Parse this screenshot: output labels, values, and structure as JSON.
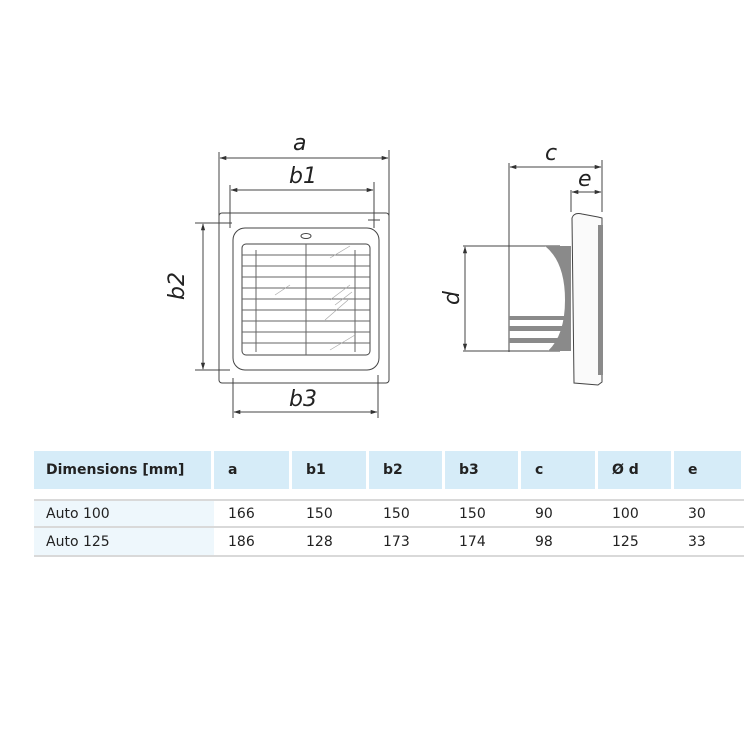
{
  "drawing": {
    "front_view_labels": {
      "a": "a",
      "b1": "b1",
      "b2": "b2",
      "b3": "b3"
    },
    "side_view_labels": {
      "c": "c",
      "e": "e",
      "d": "d"
    }
  },
  "table": {
    "headers": [
      "Dimensions [mm]",
      "a",
      "b1",
      "b2",
      "b3",
      "c",
      "Ø d",
      "e"
    ],
    "rows": [
      {
        "model": "Auto 100",
        "a": "166",
        "b1": "150",
        "b2": "150",
        "b3": "150",
        "c": "90",
        "d": "100",
        "e": "30"
      },
      {
        "model": "Auto 125",
        "a": "186",
        "b1": "128",
        "b2": "173",
        "b3": "174",
        "c": "98",
        "d": "125",
        "e": "33"
      }
    ]
  },
  "colors": {
    "header_bg": "#d6ecf8",
    "model_cell_bg": "#eef7fc",
    "row_border": "#d9d9d9",
    "line": "#333333"
  }
}
